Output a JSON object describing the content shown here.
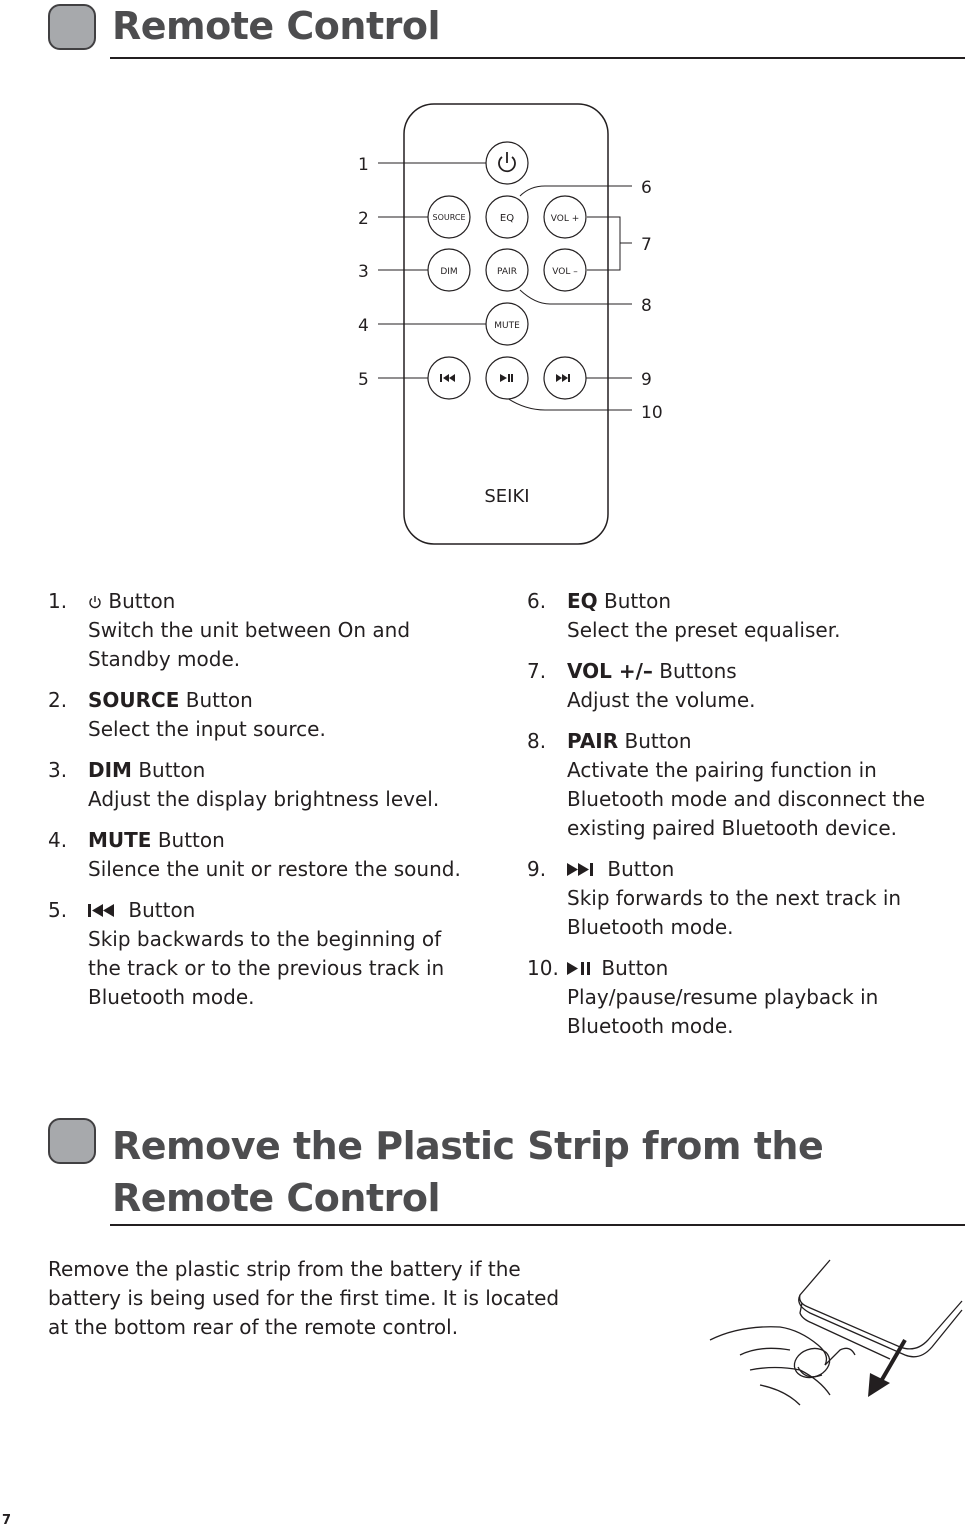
{
  "sections": {
    "remote_control_title": "Remote Control",
    "plastic_strip_title": "Remove the Plastic Strip from the Remote Control"
  },
  "remote": {
    "callouts": [
      "1",
      "2",
      "3",
      "4",
      "5",
      "6",
      "7",
      "8",
      "9",
      "10"
    ],
    "buttons": {
      "source": "SOURCE",
      "eq": "EQ",
      "vol_plus": "VOL +",
      "dim": "DIM",
      "pair": "PAIR",
      "vol_minus": "VOL –",
      "mute": "MUTE"
    },
    "brand": "SEIKI"
  },
  "items": [
    {
      "num": "1.",
      "symbol": "power-icon",
      "name": "",
      "suffix": "Button",
      "desc": "Switch the unit between On and Standby mode."
    },
    {
      "num": "2.",
      "name": "SOURCE",
      "suffix": "Button",
      "desc": "Select the input source."
    },
    {
      "num": "3.",
      "name": "DIM",
      "suffix": "Button",
      "desc": "Adjust the display brightness level."
    },
    {
      "num": "4.",
      "name": "MUTE",
      "suffix": "Button",
      "desc": "Silence the unit or restore the sound."
    },
    {
      "num": "5.",
      "symbol": "previous-track-icon",
      "name": "",
      "suffix": "Button",
      "desc": "Skip backwards to the beginning of the track or to the previous track in Bluetooth mode."
    },
    {
      "num": "6.",
      "name": "EQ",
      "suffix": "Button",
      "desc": "Select the preset equaliser."
    },
    {
      "num": "7.",
      "name": "VOL +/–",
      "suffix": "Buttons",
      "desc": "Adjust the volume."
    },
    {
      "num": "8.",
      "name": "PAIR",
      "suffix": "Button",
      "desc": "Activate the pairing function in Bluetooth mode and disconnect the existing paired Bluetooth device."
    },
    {
      "num": "9.",
      "symbol": "next-track-icon",
      "name": "",
      "suffix": "Button",
      "desc": "Skip forwards to the next track in Bluetooth mode."
    },
    {
      "num": "10.",
      "symbol": "play-pause-icon",
      "name": "",
      "suffix": "Button",
      "desc": "Play/pause/resume playback in Bluetooth mode."
    }
  ],
  "plastic_strip_text": "Remove the plastic strip from the battery if the battery is being used for the first time. It is located at the bottom rear of the remote control.",
  "page_number": "7"
}
